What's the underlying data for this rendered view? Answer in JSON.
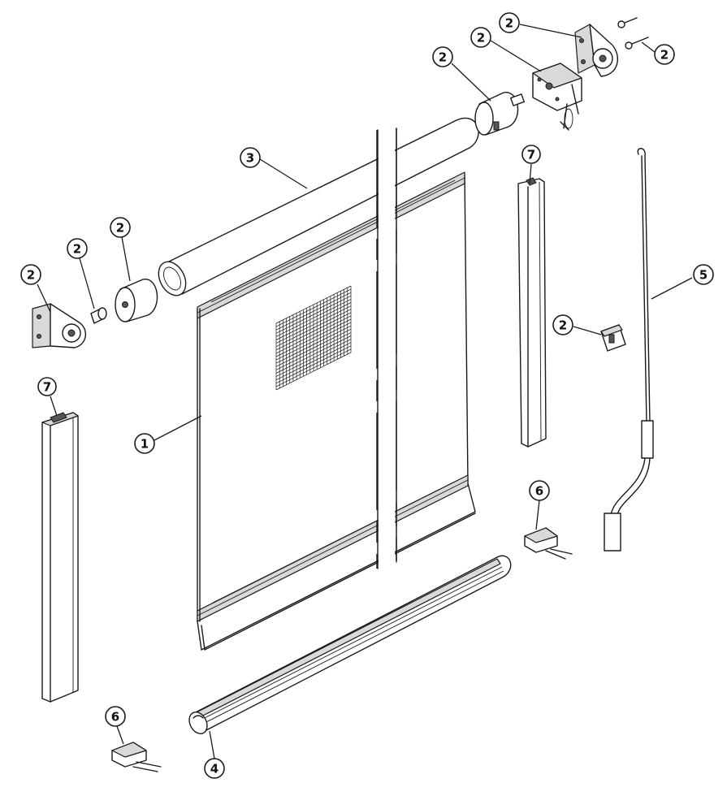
{
  "diagram": {
    "type": "exploded-assembly",
    "colors": {
      "line": "#1a1a1a",
      "fill": "#ffffff",
      "shade": "#d9d9d9"
    },
    "callouts": [
      {
        "id": "c2-bracket-top-right",
        "label": "2"
      },
      {
        "id": "c2-screw-top-right",
        "label": "2"
      },
      {
        "id": "c2-chain-drive",
        "label": "2"
      },
      {
        "id": "c2-drive-plug",
        "label": "2"
      },
      {
        "id": "c3-roller-tube",
        "label": "3"
      },
      {
        "id": "c7-right-guide",
        "label": "7"
      },
      {
        "id": "c2-end-cap",
        "label": "2"
      },
      {
        "id": "c2-pin",
        "label": "2"
      },
      {
        "id": "c2-bracket-left",
        "label": "2"
      },
      {
        "id": "c5-crank-rod",
        "label": "5"
      },
      {
        "id": "c2-clip",
        "label": "2"
      },
      {
        "id": "c7-left-guide",
        "label": "7"
      },
      {
        "id": "c1-screen-fabric",
        "label": "1"
      },
      {
        "id": "c6-bottom-right",
        "label": "6"
      },
      {
        "id": "c6-bottom-left",
        "label": "6"
      },
      {
        "id": "c4-bottom-bar",
        "label": "4"
      }
    ]
  }
}
